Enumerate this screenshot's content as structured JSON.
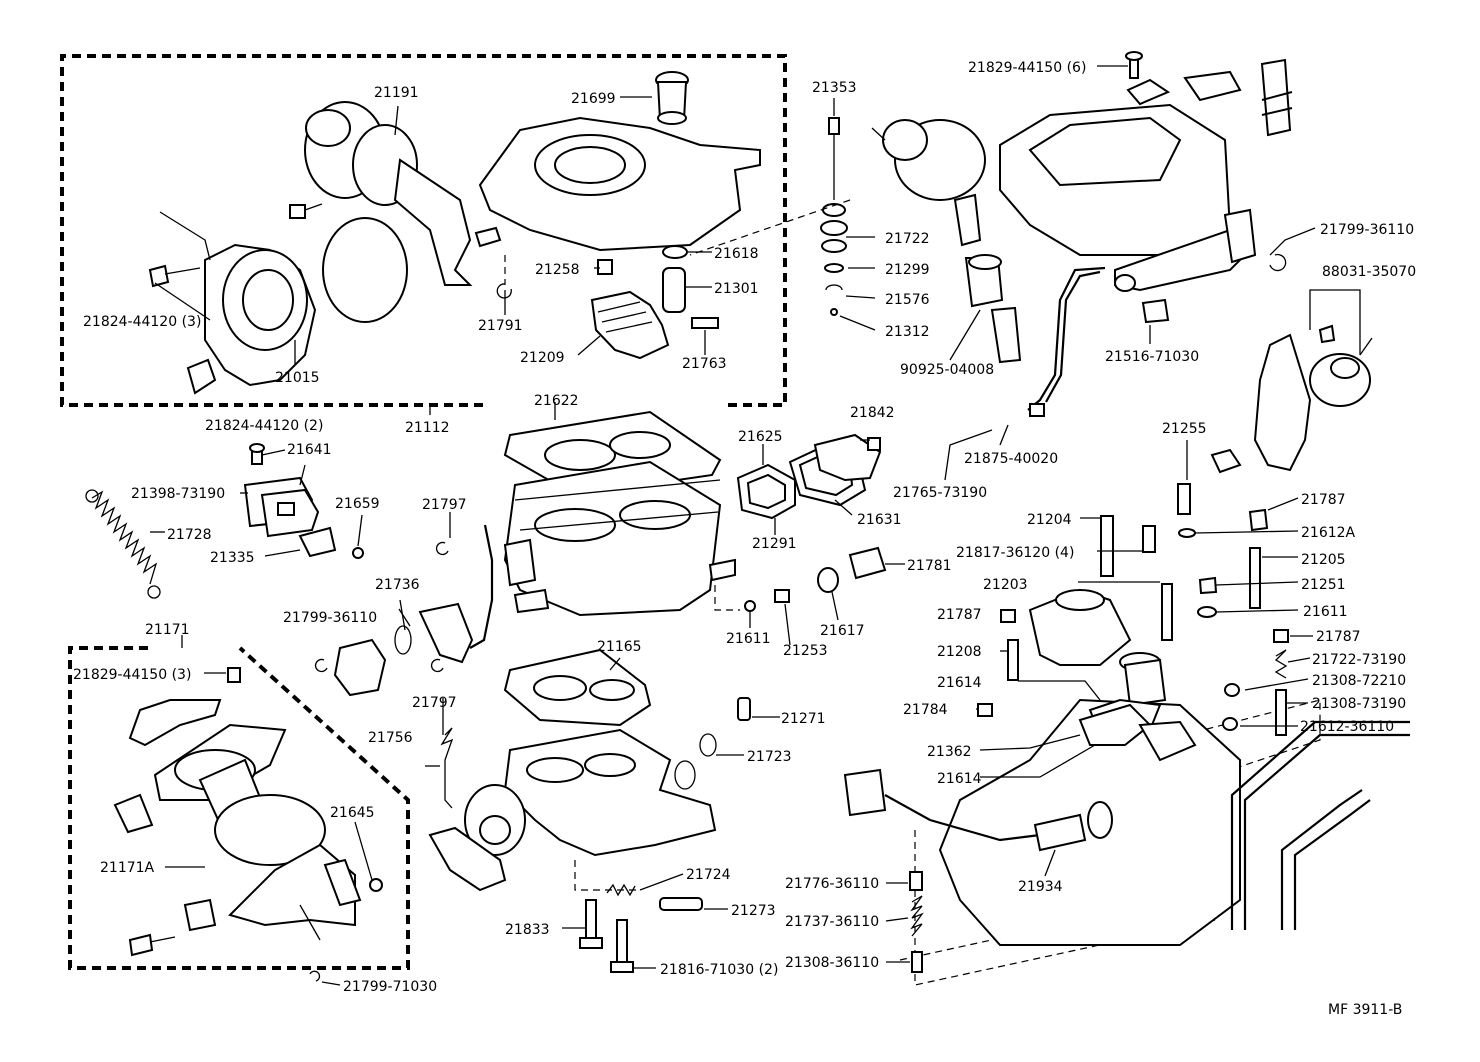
{
  "diagram_ref": "MF 3911-B",
  "labels": [
    "21191",
    "21699",
    "21353",
    "21829-44150 (6)",
    "21722",
    "21618",
    "21258",
    "21299",
    "21301",
    "21576",
    "21824-44120 (3)",
    "21791",
    "21312",
    "21015",
    "21209",
    "21763",
    "90925-04008",
    "21516-71030",
    "21799-36110",
    "88031-35070",
    "21112",
    "21622",
    "21842",
    "21824-44120 (2)",
    "21641",
    "21625",
    "21875-40020",
    "21765-73190",
    "21255",
    "21398-73190",
    "21659",
    "21797",
    "21631",
    "21728",
    "21335",
    "21291",
    "21787",
    "21204",
    "21612A",
    "21817-36120 (4)",
    "21205",
    "21781",
    "21736",
    "21203",
    "21251",
    "21799-36110",
    "21611",
    "21617",
    "21787",
    "21253",
    "21611",
    "21171",
    "21787",
    "21165",
    "21208",
    "21722-73190",
    "21829-44150 (3)",
    "21614",
    "21308-72210",
    "21797",
    "21308-73190",
    "21784",
    "21271",
    "21612-36110",
    "21756",
    "21723",
    "21362",
    "21614",
    "21645",
    "21171A",
    "21934",
    "21724",
    "21776-36110",
    "21273",
    "21737-36110",
    "21833",
    "21308-36110",
    "21816-71030 (2)",
    "21799-71030"
  ]
}
